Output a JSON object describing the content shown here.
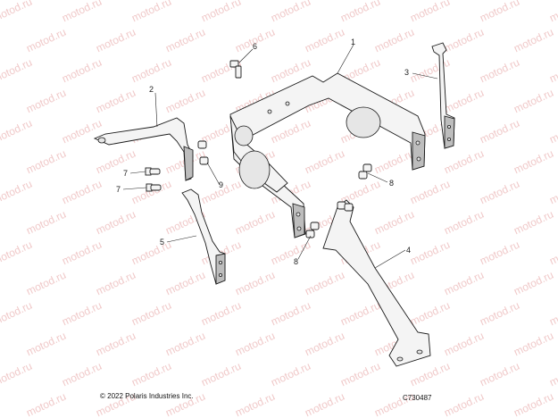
{
  "watermark": {
    "text": "motod.ru",
    "color": "#f0c9c9"
  },
  "callouts": {
    "c1": "1",
    "c2": "2",
    "c3": "3",
    "c4": "4",
    "c5": "5",
    "c6": "6",
    "c7a": "7",
    "c7b": "7",
    "c8a": "8",
    "c8b": "8",
    "c9": "9"
  },
  "footer": {
    "copyright": "© 2022 Polaris Industries Inc.",
    "diagram_code": "C730487"
  }
}
